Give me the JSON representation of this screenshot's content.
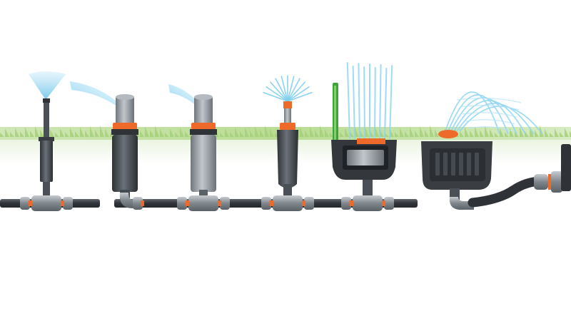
{
  "colors": {
    "background": "#ffffff",
    "grass_light": "#dbecc6",
    "grass_dark": "#a9d27d",
    "pipe": "#3b3f44",
    "pipe_highlight": "#6d747b",
    "body_dark": "#3a3e43",
    "body_mid": "#70777e",
    "body_light": "#a7adb3",
    "fitting": "#8e959b",
    "accent_orange": "#ee6a2a",
    "accent_green": "#3fa23a",
    "water_spray": "#a9dcf2",
    "water_line": "#6fc6ea"
  },
  "components": [
    {
      "name": "pop-up-spray-nozzle-head",
      "icon": "spray-cone-icon"
    },
    {
      "name": "gear-rotor-sprinkler",
      "icon": "rotor-jet-icon"
    },
    {
      "name": "gear-rotor-sprinkler-grey",
      "icon": "rotor-jet-icon"
    },
    {
      "name": "multi-stream-pop-up-sprinkler",
      "icon": "fan-spray-icon"
    },
    {
      "name": "pop-up-oscillating-sprinkler",
      "icon": "vertical-jets-icon"
    },
    {
      "name": "oscillating-sprinkler-on-hose",
      "icon": "arc-spray-icon"
    }
  ]
}
